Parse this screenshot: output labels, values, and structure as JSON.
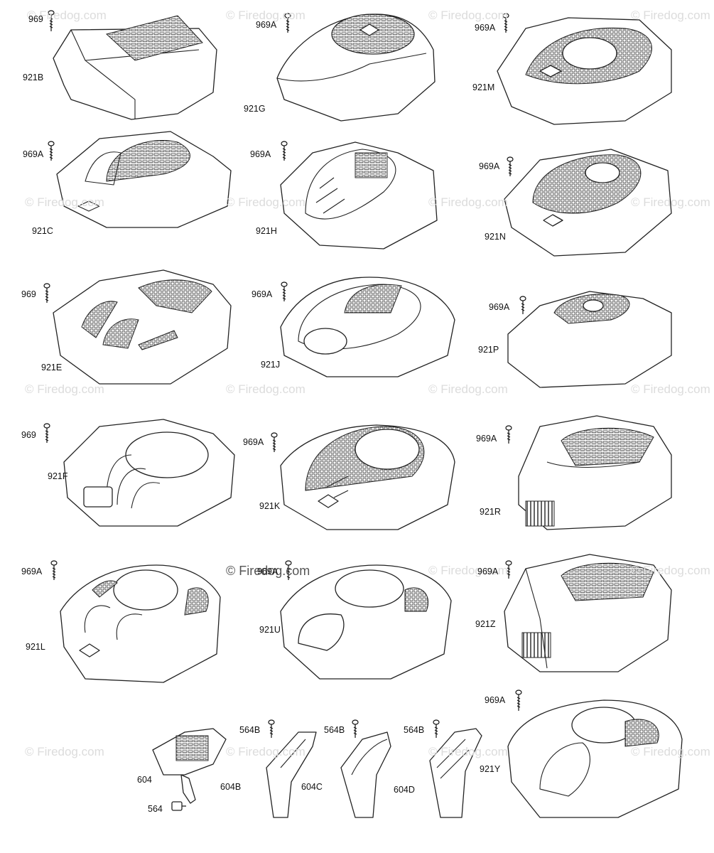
{
  "watermark": "© Firedog.com",
  "parts": {
    "921B": "921B",
    "921G": "921G",
    "921M": "921M",
    "921C": "921C",
    "921H": "921H",
    "921N": "921N",
    "921E": "921E",
    "921J": "921J",
    "921P": "921P",
    "921F": "921F",
    "921K": "921K",
    "921R": "921R",
    "921L": "921L",
    "921U": "921U",
    "921Z": "921Z",
    "921Y": "921Y",
    "604": "604",
    "604B": "604B",
    "604C": "604C",
    "604D": "604D",
    "564": "564"
  },
  "screws": {
    "969": "969",
    "969A": "969A",
    "564B": "564B"
  }
}
